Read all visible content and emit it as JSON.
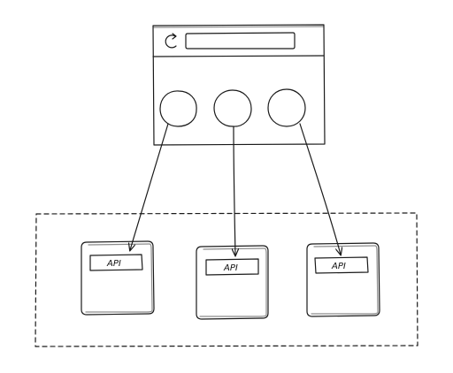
{
  "diagram": {
    "browser": {
      "reload_icon": "reload-icon",
      "address_bar_value": "",
      "node_count": 3
    },
    "services": [
      {
        "label": "API"
      },
      {
        "label": "API"
      },
      {
        "label": "API"
      }
    ],
    "stroke_color": "#1a1a1a",
    "background_color": "#ffffff"
  }
}
